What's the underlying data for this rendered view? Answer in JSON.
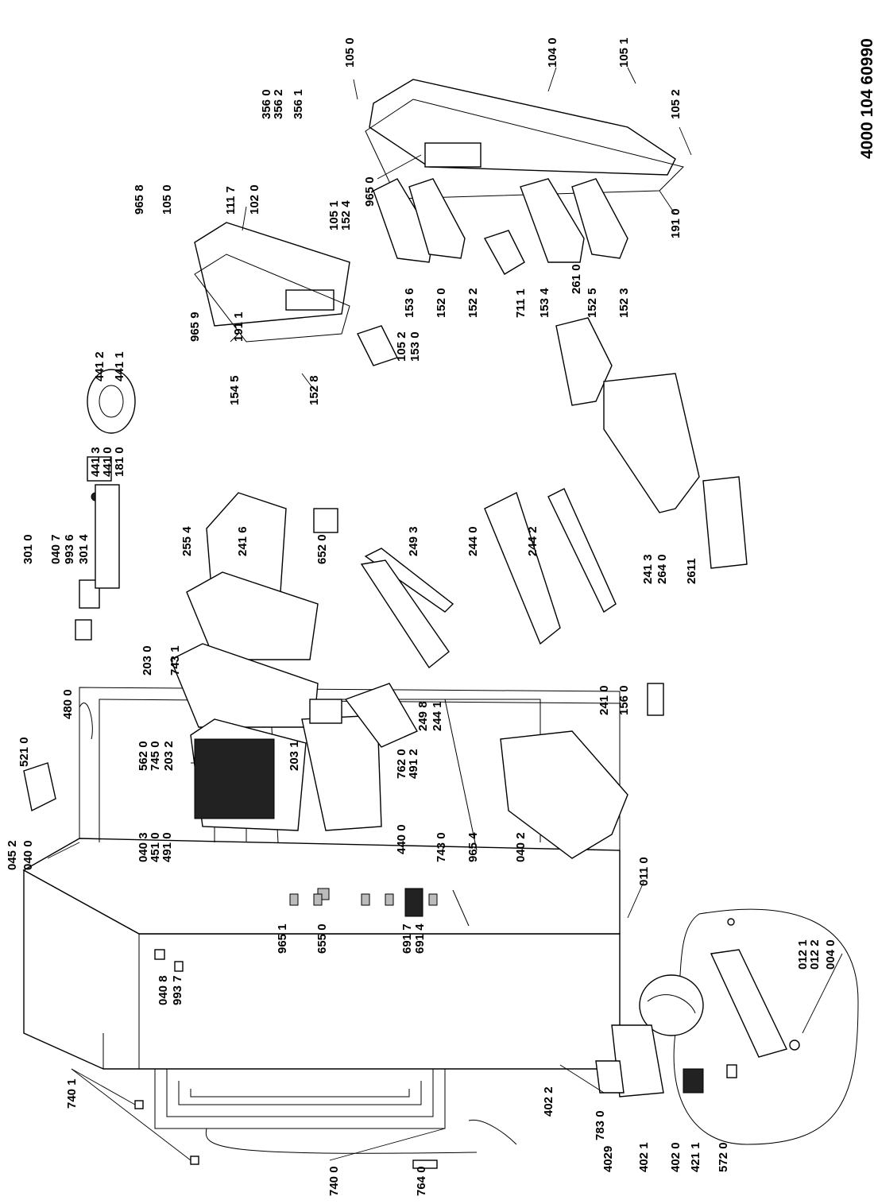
{
  "drawing_number": "4000 104 60990",
  "part_labels": [
    "105 0",
    "104 0",
    "105 1",
    "105 2",
    "356 0",
    "356 2",
    "356 1",
    "965 0",
    "191 0",
    "965 8",
    "105 0",
    "111 7",
    "102 0",
    "105 1",
    "152 4",
    "965 9",
    "191 1",
    "154 5",
    "152 8",
    "153 6",
    "152 0",
    "152 2",
    "105 2",
    "153 0",
    "711 1",
    "153 4",
    "152 5",
    "152 3",
    "261 0",
    "441 2",
    "441 1",
    "441 3",
    "441 0",
    "181 0",
    "301 0",
    "040 7",
    "993 6",
    "301 4",
    "241 6",
    "255 4",
    "652 0",
    "249 3",
    "244 0",
    "244 2",
    "241 3",
    "264 0",
    "2611",
    "203 0",
    "743 1",
    "249 8",
    "244 1",
    "480 0",
    "562 0",
    "745 0",
    "203 2",
    "203 1",
    "762 0",
    "491 2",
    "241 0",
    "156 0",
    "521 0",
    "040 3",
    "451 0",
    "491 0",
    "440 0",
    "743 0",
    "965 4",
    "040 2",
    "045 2",
    "040 0",
    "011 0",
    "965 1",
    "655 0",
    "691 7",
    "691 4",
    "040 8",
    "993 7",
    "012 1",
    "012 2",
    "004 0",
    "740 1",
    "402 2",
    "783 0",
    "4029",
    "402 1",
    "402 0",
    "421 1",
    "572 0",
    "740 0",
    "764 0"
  ]
}
